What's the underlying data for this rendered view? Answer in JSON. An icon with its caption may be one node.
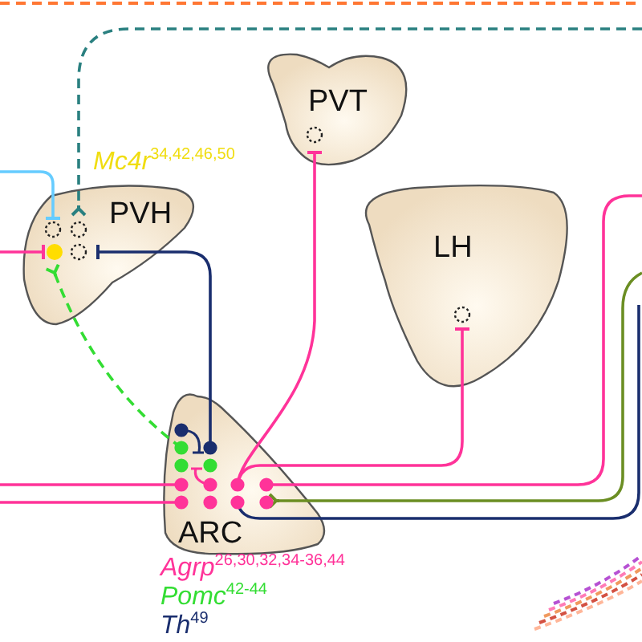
{
  "diagram": {
    "nodes": [
      {
        "text": [
          "PVT"
        ]
      },
      {
        "text": [
          "PVH"
        ]
      },
      {
        "text": [
          "LH"
        ]
      },
      {
        "text": [
          "ARC"
        ]
      }
    ],
    "edges": [
      {
        "from": 3,
        "to": 0,
        "arrow": "other",
        "color": "#ff3399"
      },
      {
        "from": 3,
        "to": 2,
        "arrow": "other",
        "color": "#ff3399"
      },
      {
        "from": 3,
        "to": 1,
        "arrow": "other",
        "color": "#1a2e6e"
      },
      {
        "from": 3,
        "to": 1,
        "arrow": "other",
        "style": "dashed",
        "color": "#33dd33"
      },
      {
        "from": null,
        "to": 1,
        "arrow": "other",
        "color": "#66ccff"
      },
      {
        "from": null,
        "to": 1,
        "arrow": "other",
        "style": "dashed",
        "color": "#2a8080"
      },
      {
        "from": null,
        "to": 1,
        "arrow": "other",
        "color": "#ff3399"
      },
      {
        "from": 3,
        "to": null,
        "arrow": "other",
        "color": "#ff3399"
      },
      {
        "from": 3,
        "to": null,
        "arrow": "other",
        "color": "#ff3399"
      },
      {
        "from": 3,
        "to": null,
        "arrow": "other",
        "color": "#ff3399"
      },
      {
        "from": null,
        "to": 3,
        "arrow": "other",
        "color": "#6b8e23"
      },
      {
        "from": 3,
        "to": null,
        "arrow": "none",
        "color": "#1a2e6e"
      }
    ],
    "labels": [
      "*Mc4r*$^{34,42,46,50}$",
      "*Agrp*$^{26,30,32,34-36,44}$",
      "*Pomc*$^{42-44}$",
      "*Th*$^{49}$"
    ]
  }
}
